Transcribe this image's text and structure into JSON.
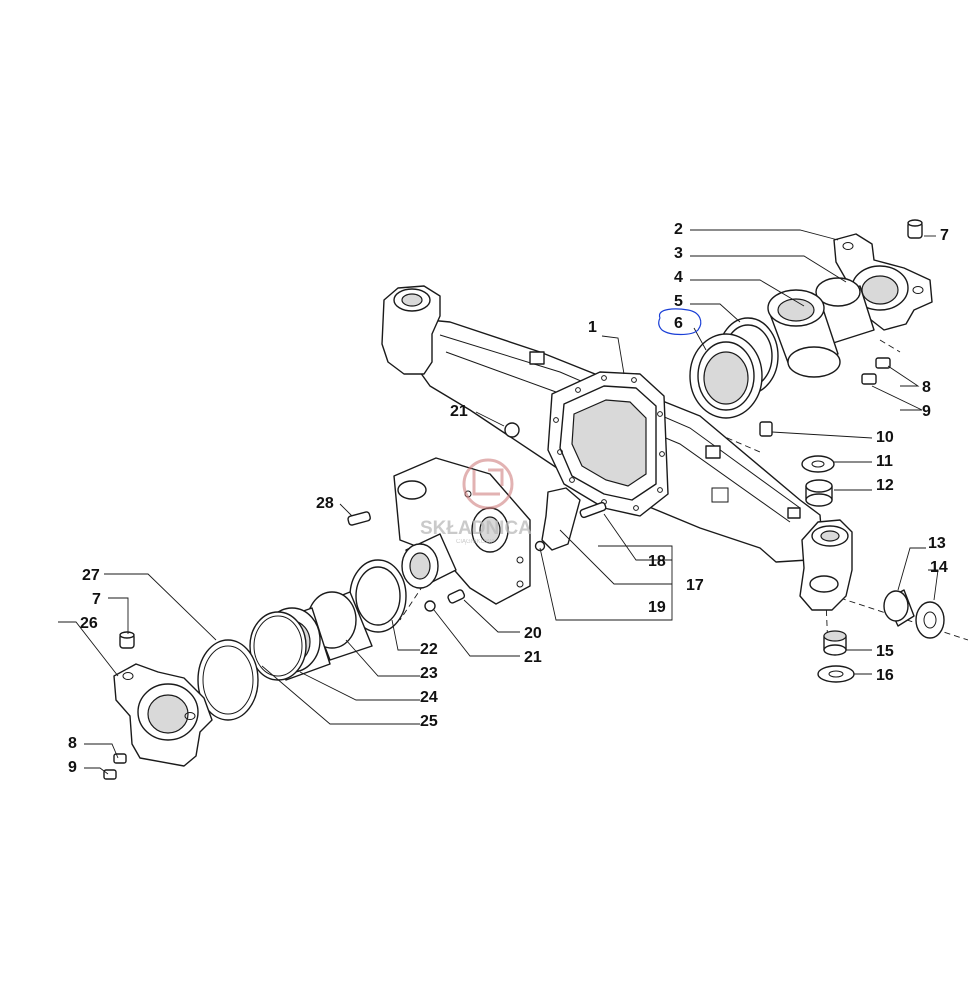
{
  "callouts": {
    "c1": "1",
    "c2": "2",
    "c3": "3",
    "c4": "4",
    "c5": "5",
    "c6": "6",
    "c7a": "7",
    "c7b": "7",
    "c8a": "8",
    "c8b": "8",
    "c9a": "9",
    "c9b": "9",
    "c10": "10",
    "c11": "11",
    "c12": "12",
    "c13": "13",
    "c14": "14",
    "c15": "15",
    "c16": "16",
    "c17": "17",
    "c18": "18",
    "c19": "19",
    "c20": "20",
    "c21a": "21",
    "c21b": "21",
    "c22": "22",
    "c23": "23",
    "c24": "24",
    "c25": "25",
    "c26": "26",
    "c27": "27",
    "c28": "28"
  },
  "watermark": {
    "text": "SKŁADNICA",
    "sub": "CIĄGNIKOWA"
  },
  "highlight": {
    "target": "6",
    "color": "#1a3fd6"
  }
}
